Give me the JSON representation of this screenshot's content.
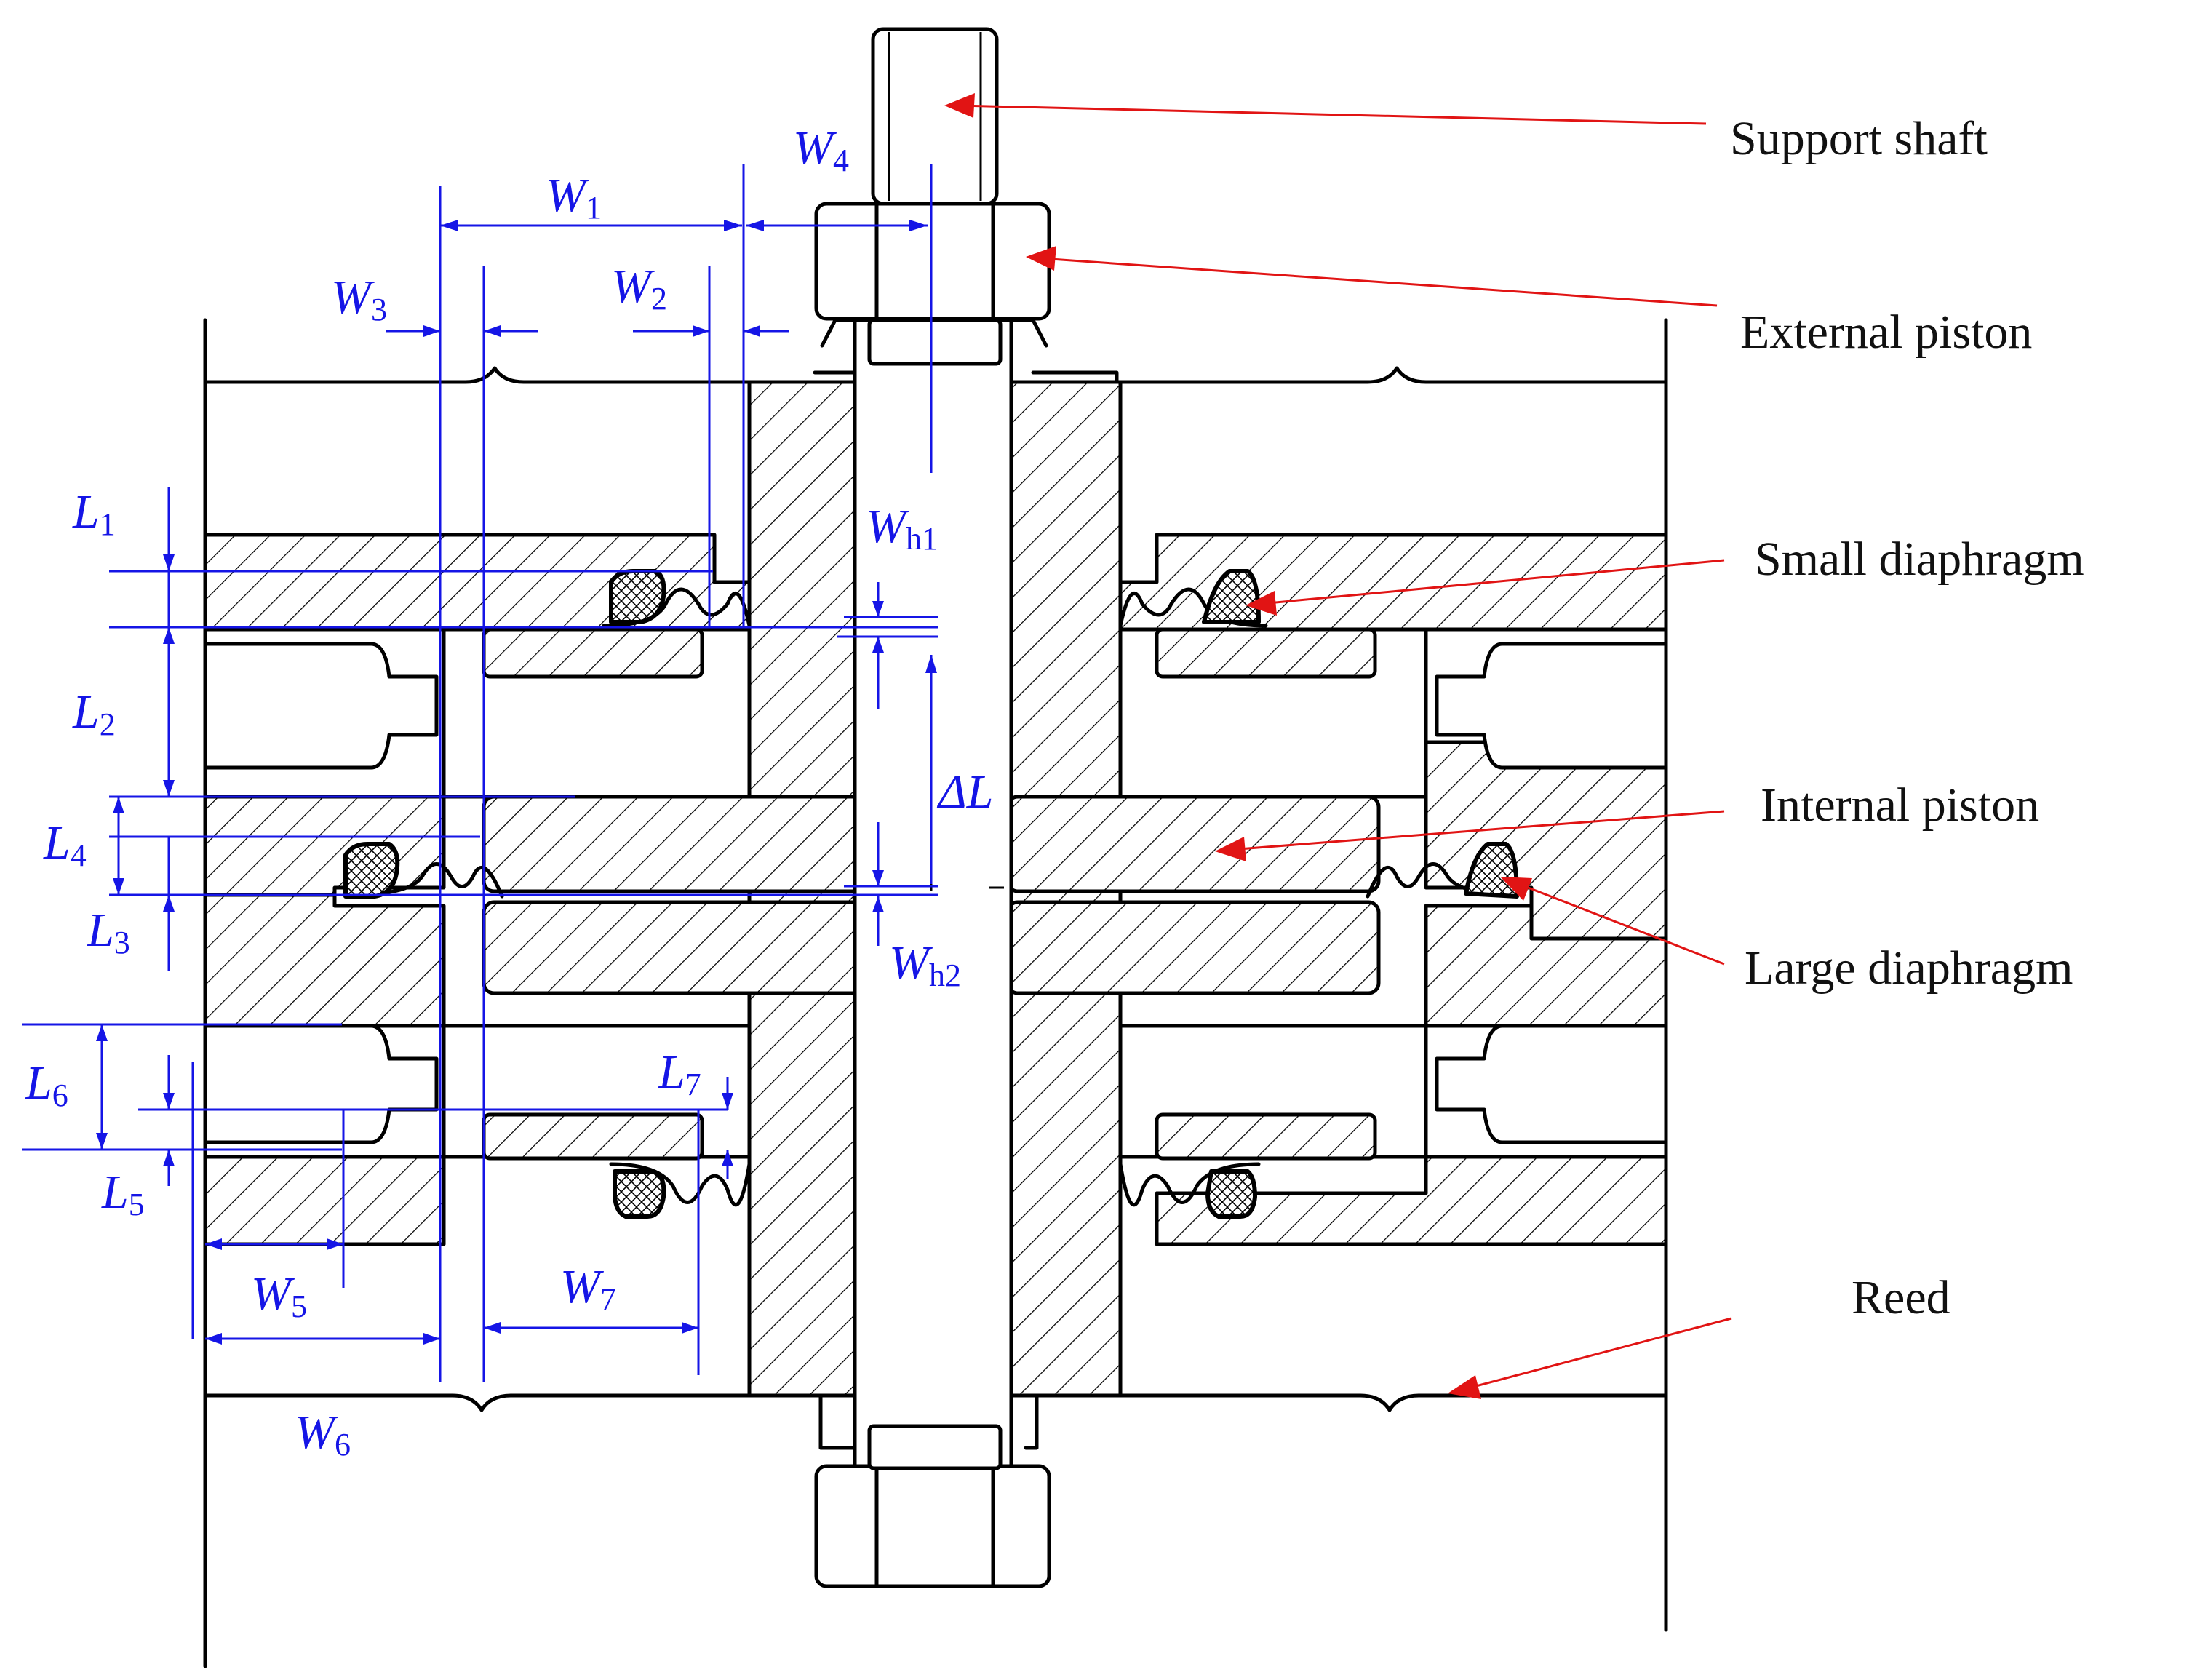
{
  "colors": {
    "line": "#000000",
    "dimension": "#1515e6",
    "pointer": "#e11414",
    "background": "#ffffff"
  },
  "labels": {
    "support_shaft": "Support shaft",
    "external_piston": "External piston",
    "small_diaphragm": "Small diaphragm",
    "internal_piston": "Internal piston",
    "large_diaphragm": "Large diaphragm",
    "reed": "Reed"
  },
  "dimensions": {
    "w1": {
      "sym": "W",
      "sub": "1"
    },
    "w2": {
      "sym": "W",
      "sub": "2"
    },
    "w3": {
      "sym": "W",
      "sub": "3"
    },
    "w4": {
      "sym": "W",
      "sub": "4"
    },
    "w5": {
      "sym": "W",
      "sub": "5"
    },
    "w6": {
      "sym": "W",
      "sub": "6"
    },
    "w7": {
      "sym": "W",
      "sub": "7"
    },
    "wh1": {
      "sym": "W",
      "sub": "h1"
    },
    "wh2": {
      "sym": "W",
      "sub": "h2"
    },
    "l1": {
      "sym": "L",
      "sub": "1"
    },
    "l2": {
      "sym": "L",
      "sub": "2"
    },
    "l3": {
      "sym": "L",
      "sub": "3"
    },
    "l4": {
      "sym": "L",
      "sub": "4"
    },
    "l5": {
      "sym": "L",
      "sub": "5"
    },
    "l6": {
      "sym": "L",
      "sub": "6"
    },
    "l7": {
      "sym": "L",
      "sub": "7"
    },
    "delta_l": {
      "sym": "ΔL",
      "sub": ""
    }
  }
}
